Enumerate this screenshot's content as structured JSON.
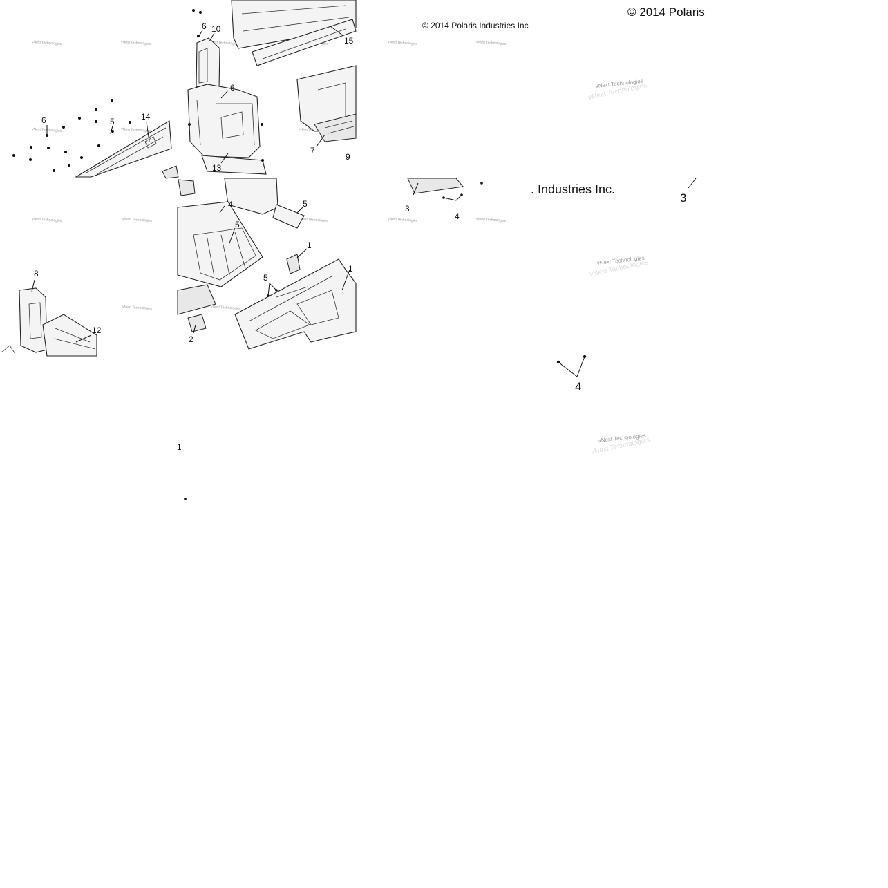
{
  "diagram": {
    "copyrights": {
      "top_right": "© 2014 Polaris",
      "top_center": "© 2014 Polaris Industries Inc",
      "mid_fragment": ". Industries Inc."
    },
    "watermark": "vNext Technologies",
    "callouts": {
      "c01": "6",
      "c02": "10",
      "c03": "15",
      "c04": "6",
      "c05": "6",
      "c06": "5",
      "c07": "14",
      "c08": "7",
      "c09": "9",
      "c10": "13",
      "c11": "3",
      "c12": "4",
      "c13": "3",
      "c14": "4",
      "c15": "5",
      "c16": "5",
      "c17": "1",
      "c18": "5",
      "c19": "8",
      "c20": "12",
      "c21": "2",
      "c22": "4",
      "c23": "1",
      "c24": "1"
    }
  }
}
